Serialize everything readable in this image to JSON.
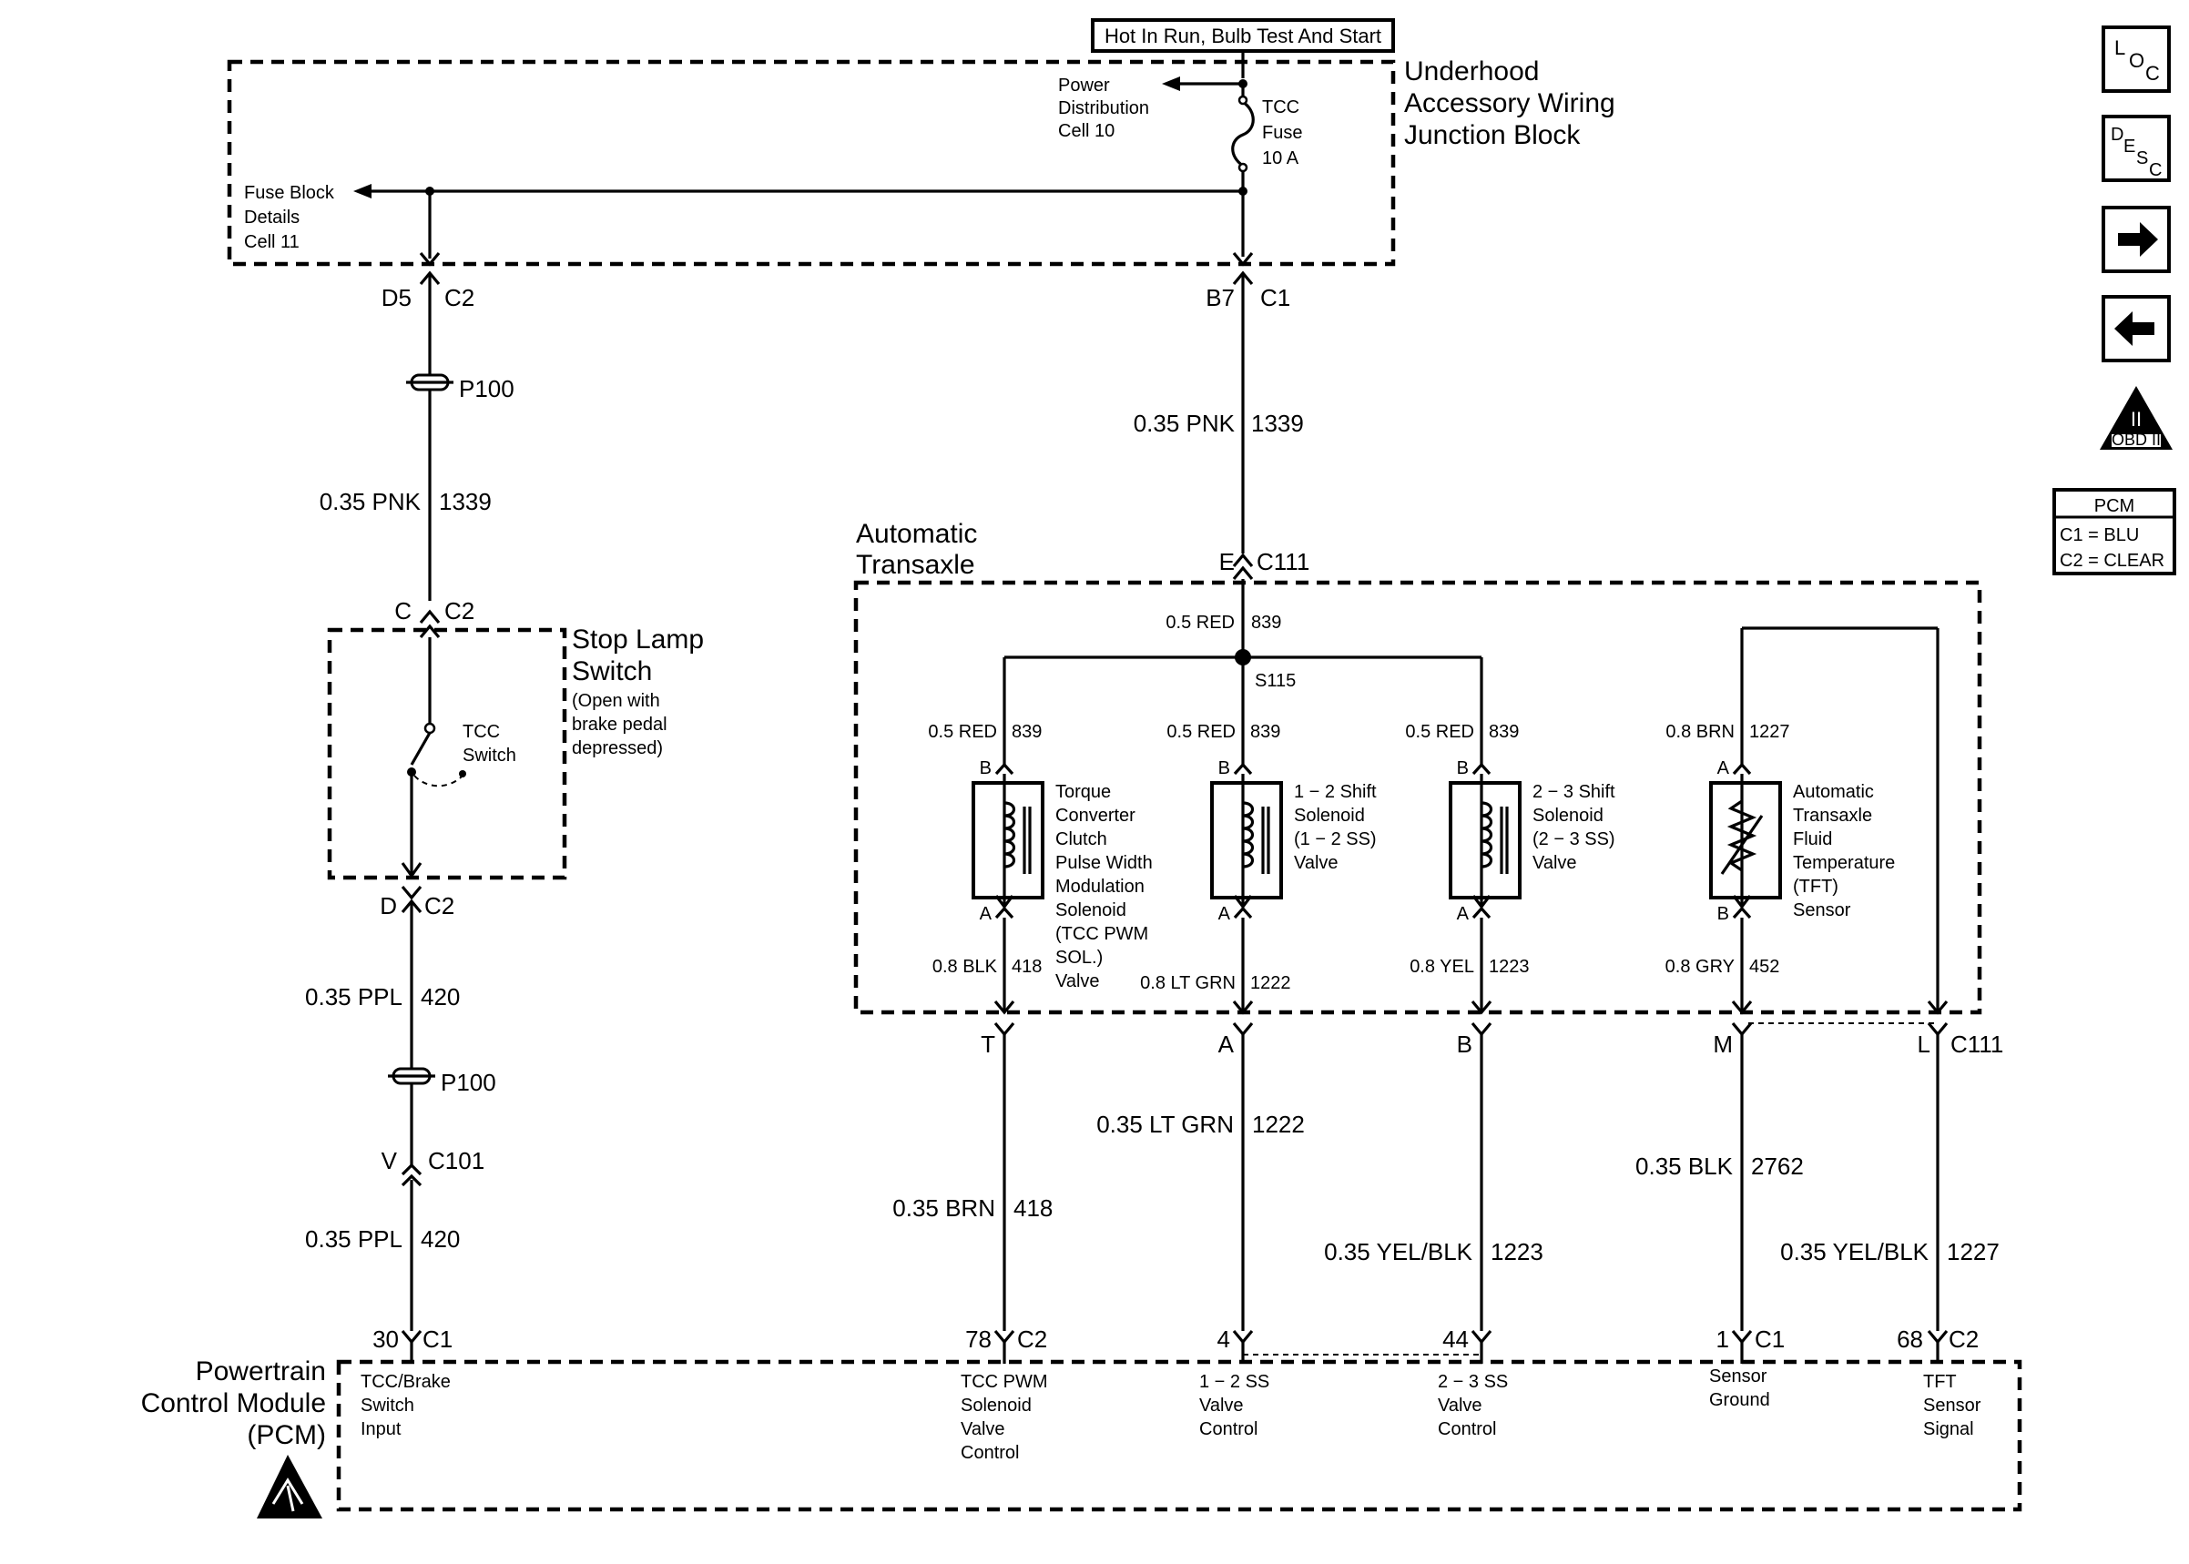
{
  "top_label": "Hot In Run, Bulb Test And Start",
  "junction_block": {
    "title_lines": [
      "Underhood",
      "Accessory Wiring",
      "Junction Block"
    ],
    "power_dist": [
      "Power",
      "Distribution",
      "Cell 10"
    ],
    "fuse": [
      "TCC",
      "Fuse",
      "10 A"
    ],
    "fuse_block": [
      "Fuse Block",
      "Details",
      "Cell 11"
    ]
  },
  "nav": {
    "loc": [
      "L",
      "O",
      "C"
    ],
    "desc": [
      "D",
      "E",
      "S",
      "C"
    ],
    "obd": "OBD II",
    "obd_roman": "II"
  },
  "pcm_legend": {
    "title": "PCM",
    "c1": "C1 = BLU",
    "c2": "C2 = CLEAR"
  },
  "left_branch": {
    "conn_top_pin": "D5",
    "conn_top_id": "C2",
    "splice1": "P100",
    "wire1_gauge": "0.35 PNK",
    "wire1_circuit": "1339",
    "stop_in_pin": "C",
    "stop_in_id": "C2",
    "stop_title": [
      "Stop Lamp",
      "Switch"
    ],
    "stop_note": [
      "(Open with",
      "brake pedal",
      "depressed)"
    ],
    "switch_label": [
      "TCC",
      "Switch"
    ],
    "stop_out_pin": "D",
    "stop_out_id": "C2",
    "wire2_gauge": "0.35 PPL",
    "wire2_circuit": "420",
    "splice2": "P100",
    "c101_pin": "V",
    "c101_id": "C101",
    "wire3_gauge": "0.35 PPL",
    "wire3_circuit": "420",
    "pcm_pin": "30",
    "pcm_conn": "C1"
  },
  "center": {
    "b7_pin": "B7",
    "b7_id": "C1",
    "wire_gauge": "0.35 PNK",
    "wire_circuit": "1339",
    "e_pin": "E",
    "e_id": "C111"
  },
  "transaxle": {
    "title": [
      "Automatic",
      "Transaxle"
    ],
    "feed_gauge": "0.5 RED",
    "feed_circuit": "839",
    "splice": "S115",
    "components": [
      {
        "top_gauge": "0.5 RED",
        "top_circuit": "839",
        "top_pin": "B",
        "bottom_pin": "A",
        "name": [
          "Torque",
          "Converter",
          "Clutch",
          "Pulse Width",
          "Modulation",
          "Solenoid",
          "(TCC PWM",
          "SOL.)",
          "Valve"
        ],
        "bottom_gauge": "0.8 BLK",
        "bottom_circuit": "418",
        "c111_pin": "T",
        "harness_gauge": "0.35 BRN",
        "harness_circuit": "418",
        "pcm_pin": "78",
        "pcm_conn": "C2",
        "pcm_label": [
          "TCC PWM",
          "Solenoid",
          "Valve",
          "Control"
        ]
      },
      {
        "top_gauge": "0.5 RED",
        "top_circuit": "839",
        "top_pin": "B",
        "bottom_pin": "A",
        "name": [
          "1 − 2 Shift",
          "Solenoid",
          "(1 − 2 SS)",
          "Valve"
        ],
        "bottom_gauge": "0.8 LT GRN",
        "bottom_circuit": "1222",
        "c111_pin": "A",
        "harness_gauge": "0.35 LT GRN",
        "harness_circuit": "1222",
        "pcm_pin": "4",
        "pcm_conn": "",
        "pcm_label": [
          "1 − 2 SS",
          "Valve",
          "Control"
        ]
      },
      {
        "top_gauge": "0.5 RED",
        "top_circuit": "839",
        "top_pin": "B",
        "bottom_pin": "A",
        "name": [
          "2 − 3 Shift",
          "Solenoid",
          "(2 − 3 SS)",
          "Valve"
        ],
        "bottom_gauge": "0.8 YEL",
        "bottom_circuit": "1223",
        "c111_pin": "B",
        "harness_gauge": "0.35 YEL/BLK",
        "harness_circuit": "1223",
        "pcm_pin": "44",
        "pcm_conn": "",
        "pcm_label": [
          "2 − 3 SS",
          "Valve",
          "Control"
        ]
      },
      {
        "top_gauge": "0.8 BRN",
        "top_circuit": "1227",
        "top_pin": "A",
        "bottom_pin": "B",
        "name": [
          "Automatic",
          "Transaxle",
          "Fluid",
          "Temperature",
          "(TFT)",
          "Sensor"
        ],
        "bottom_gauge": "0.8 GRY",
        "bottom_circuit": "452",
        "c111_pin": "M",
        "harness_gauge": "0.35 BLK",
        "harness_circuit": "2762",
        "pcm_pin": "1",
        "pcm_conn": "C1",
        "pcm_label": [
          "Sensor",
          "Ground"
        ]
      }
    ],
    "l_pin": "L",
    "l_conn": "C111",
    "l_harness_gauge": "0.35 YEL/BLK",
    "l_harness_circuit": "1227",
    "l_pcm_pin": "68",
    "l_pcm_conn": "C2",
    "l_pcm_label": [
      "TFT",
      "Sensor",
      "Signal"
    ]
  },
  "pcm": {
    "title": [
      "Powertrain",
      "Control Module",
      "(PCM)"
    ],
    "left_label": [
      "TCC/Brake",
      "Switch",
      "Input"
    ]
  }
}
